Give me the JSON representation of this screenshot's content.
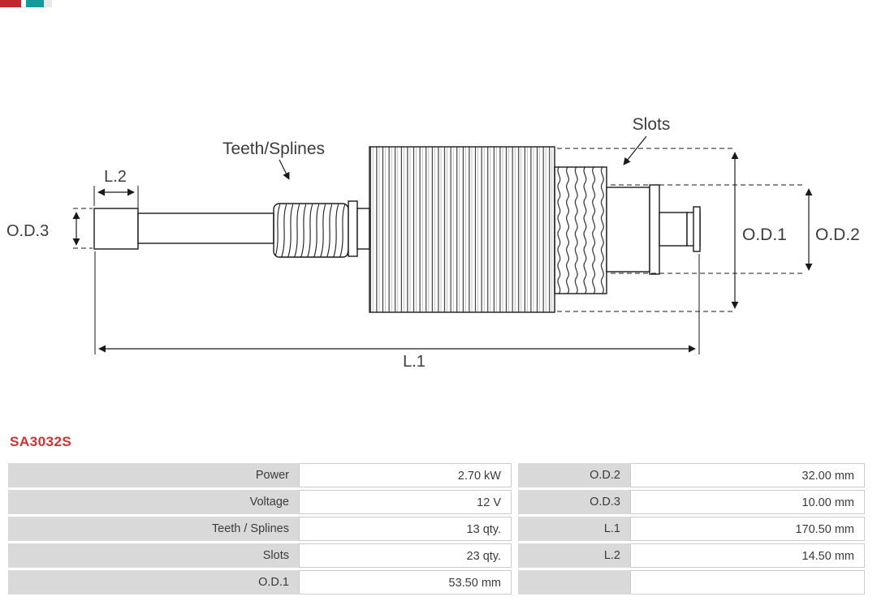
{
  "logo": {
    "name": "as-pl-logo"
  },
  "diagram": {
    "labels": {
      "teeth_splines": "Teeth/Splines",
      "slots": "Slots",
      "l1": "L.1",
      "l2": "L.2",
      "od1": "O.D.1",
      "od2": "O.D.2",
      "od3": "O.D.3"
    }
  },
  "part_number": "SA3032S",
  "colors": {
    "part_number_red": "#cc3333",
    "table_label_gray": "#d9d9d9",
    "line_dark": "#1a1a1a"
  },
  "table": {
    "rows": [
      {
        "label_left": "Power",
        "value_left": "2.70 kW",
        "label_right": "O.D.2",
        "value_right": "32.00 mm"
      },
      {
        "label_left": "Voltage",
        "value_left": "12 V",
        "label_right": "O.D.3",
        "value_right": "10.00 mm"
      },
      {
        "label_left": "Teeth / Splines",
        "value_left": "13 qty.",
        "label_right": "L.1",
        "value_right": "170.50 mm"
      },
      {
        "label_left": "Slots",
        "value_left": "23 qty.",
        "label_right": "L.2",
        "value_right": "14.50 mm"
      },
      {
        "label_left": "O.D.1",
        "value_left": "53.50 mm",
        "label_right": "",
        "value_right": ""
      }
    ]
  }
}
